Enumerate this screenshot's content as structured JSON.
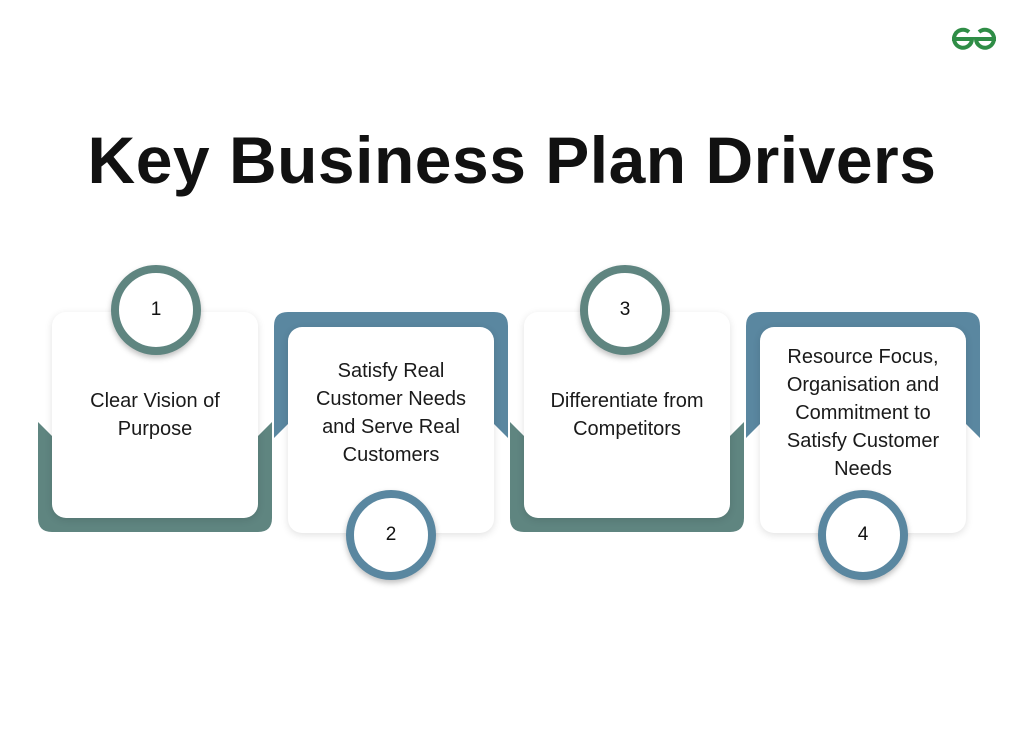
{
  "title": "Key Business Plan Drivers",
  "logo": "GfG",
  "colors": {
    "teal": "#5f8580",
    "blue": "#5a87a0",
    "logo_green": "#2f8d46"
  },
  "steps": [
    {
      "number": "1",
      "text": "Clear Vision of Purpose"
    },
    {
      "number": "2",
      "text": "Satisfy Real Customer Needs and Serve Real Customers"
    },
    {
      "number": "3",
      "text": "Differentiate from Competitors"
    },
    {
      "number": "4",
      "text": "Resource Focus, Organisation and Commitment to Satisfy Customer Needs"
    }
  ]
}
